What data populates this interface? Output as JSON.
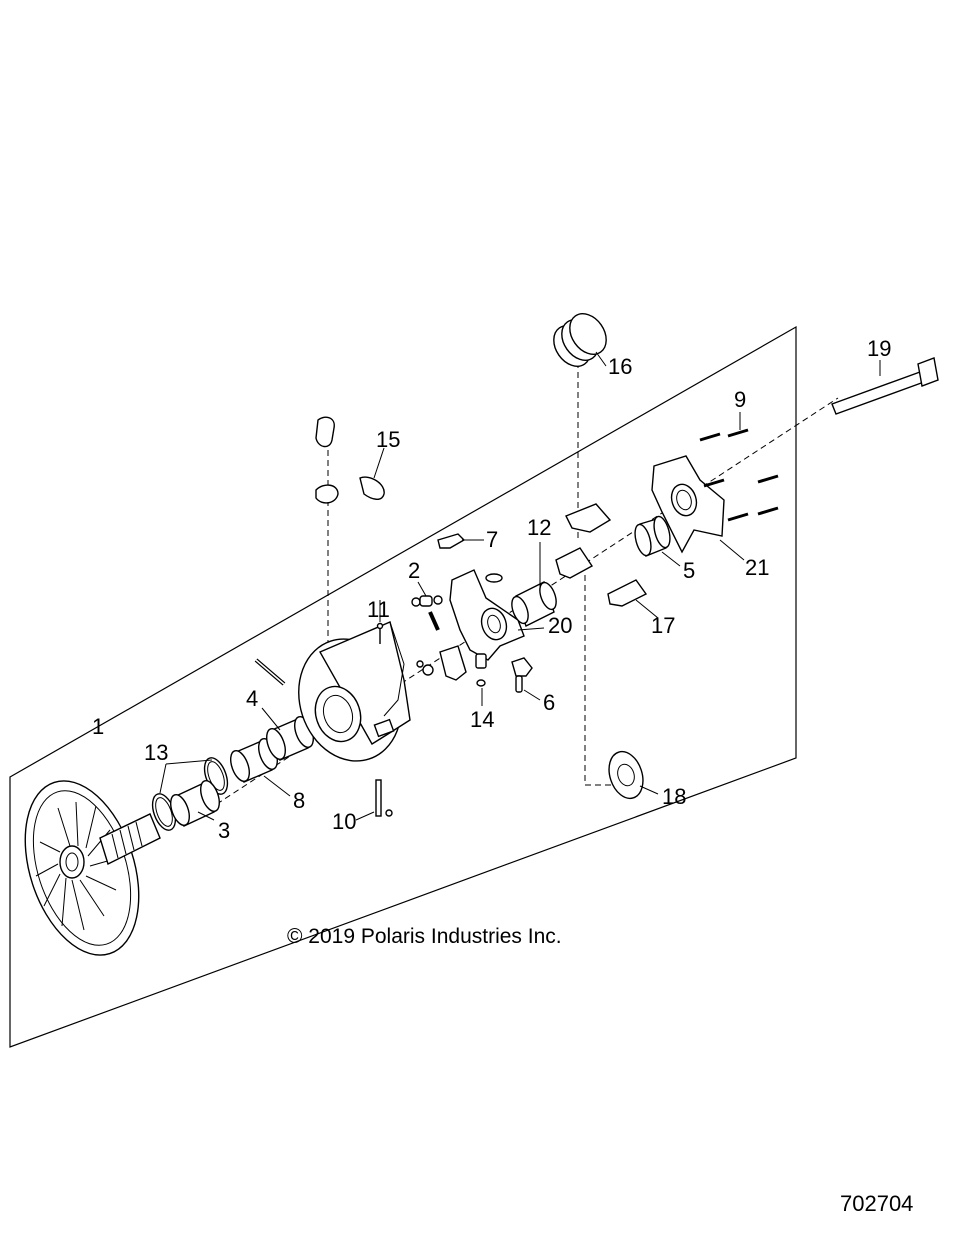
{
  "callouts": [
    {
      "id": "c1",
      "text": "1"
    },
    {
      "id": "c2",
      "text": "2"
    },
    {
      "id": "c3",
      "text": "3"
    },
    {
      "id": "c4",
      "text": "4"
    },
    {
      "id": "c5",
      "text": "5"
    },
    {
      "id": "c6",
      "text": "6"
    },
    {
      "id": "c7",
      "text": "7"
    },
    {
      "id": "c8",
      "text": "8"
    },
    {
      "id": "c9",
      "text": "9"
    },
    {
      "id": "c10",
      "text": "10"
    },
    {
      "id": "c11",
      "text": "11"
    },
    {
      "id": "c12",
      "text": "12"
    },
    {
      "id": "c13",
      "text": "13"
    },
    {
      "id": "c14",
      "text": "14"
    },
    {
      "id": "c15",
      "text": "15"
    },
    {
      "id": "c16",
      "text": "16"
    },
    {
      "id": "c17",
      "text": "17"
    },
    {
      "id": "c18",
      "text": "18"
    },
    {
      "id": "c19",
      "text": "19"
    },
    {
      "id": "c20",
      "text": "20"
    },
    {
      "id": "c21",
      "text": "21"
    }
  ],
  "copyright": "© 2019 Polaris Industries Inc.",
  "diagram_number": "702704"
}
